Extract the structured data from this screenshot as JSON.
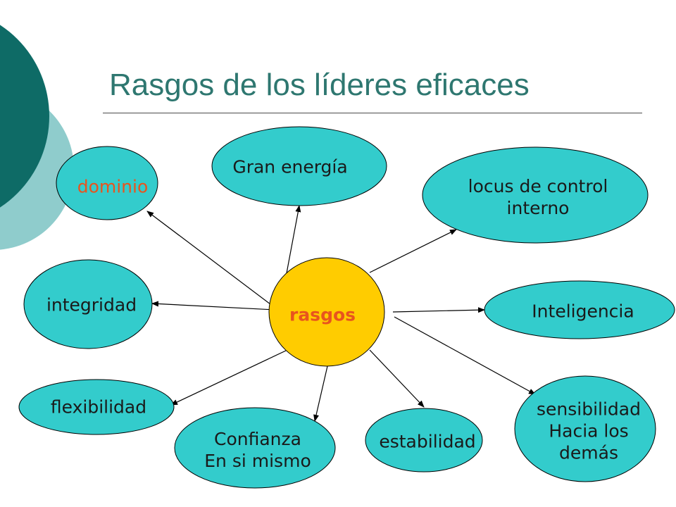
{
  "title": "Rasgos de los líderes eficaces",
  "center_label": "rasgos",
  "nodes": {
    "dominio": "dominio",
    "gran_energia": "Gran energía",
    "locus_line1": "locus de control",
    "locus_line2": "interno",
    "integridad": "integridad",
    "inteligencia": "Inteligencia",
    "flexibilidad": "flexibilidad",
    "confianza_line1": "Confianza",
    "confianza_line2": "En si mismo",
    "estabilidad": "estabilidad",
    "sensibilidad_line1": "sensibilidad",
    "sensibilidad_line2": "Hacia los",
    "sensibilidad_line3": "demás"
  },
  "colors": {
    "node_fill": "#33cccc",
    "center_fill": "#ffcc00",
    "title": "#2e7770",
    "accent_text": "#e8541e",
    "decor_dark": "#0e6b66",
    "decor_light": "#8fcccc"
  }
}
